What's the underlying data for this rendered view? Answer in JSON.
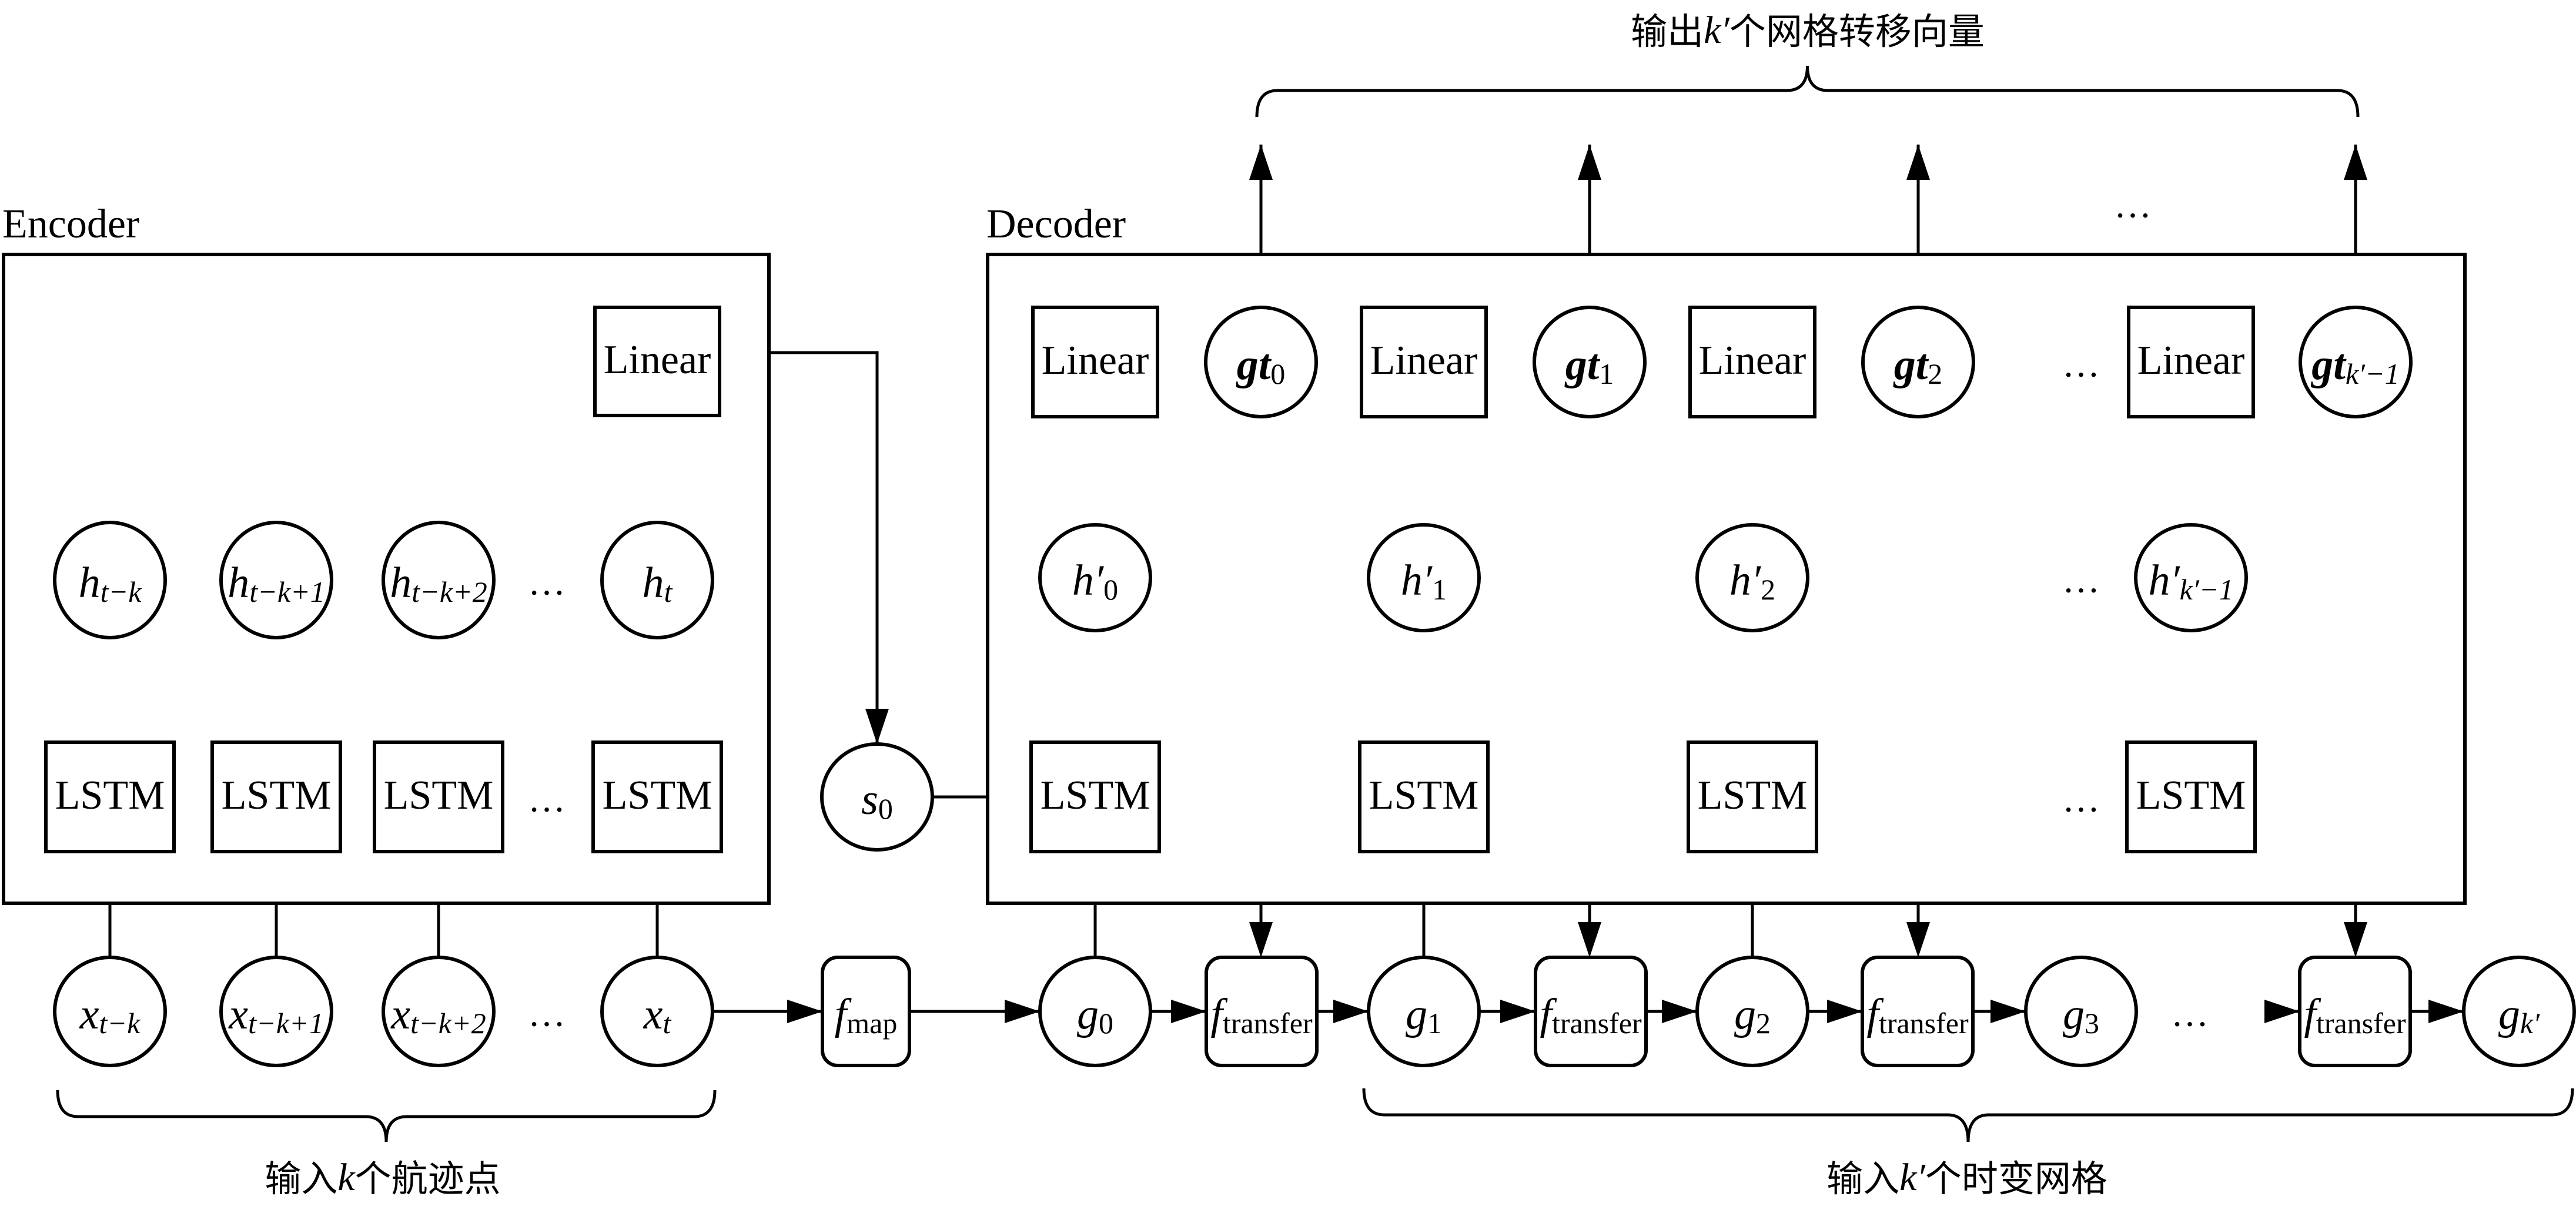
{
  "figure": {
    "encoder_title": "Encoder",
    "decoder_title": "Decoder",
    "top_label": {
      "prefix": "输出",
      "var": "k′",
      "suffix": "个网格转移向量"
    },
    "bottom_left_label": {
      "prefix": "输入",
      "var": "k",
      "suffix": "个航迹点"
    },
    "bottom_right_label": {
      "prefix": "输入",
      "var": "k′",
      "suffix": "个时变网格"
    },
    "ellipsis": "…"
  },
  "encoder": {
    "linear_label": "Linear",
    "lstm_label": "LSTM",
    "hidden_nodes": [
      {
        "base": "h",
        "sub": "t−k"
      },
      {
        "base": "h",
        "sub": "t−k+1"
      },
      {
        "base": "h",
        "sub": "t−k+2"
      },
      {
        "base": "h",
        "sub": "t"
      }
    ],
    "input_nodes": [
      {
        "base": "x",
        "sub": "t−k"
      },
      {
        "base": "x",
        "sub": "t−k+1"
      },
      {
        "base": "x",
        "sub": "t−k+2"
      },
      {
        "base": "x",
        "sub": "t"
      }
    ]
  },
  "bridge": {
    "s0": {
      "base": "s",
      "sub": "0"
    },
    "fmap": {
      "base": "f",
      "sub": "map"
    }
  },
  "decoder": {
    "linear_label": "Linear",
    "lstm_label": "LSTM",
    "hidden_nodes": [
      {
        "base": "h′",
        "sub": "0"
      },
      {
        "base": "h′",
        "sub": "1"
      },
      {
        "base": "h′",
        "sub": "2"
      },
      {
        "base": "h′",
        "sub": "k′−1"
      }
    ],
    "output_nodes": [
      {
        "base": "gt",
        "sub": "0"
      },
      {
        "base": "gt",
        "sub": "1"
      },
      {
        "base": "gt",
        "sub": "2"
      },
      {
        "base": "gt",
        "sub": "k′−1"
      }
    ]
  },
  "grid_chain": {
    "transfer": {
      "base": "f",
      "sub": "transfer"
    },
    "grids": [
      {
        "base": "g",
        "sub": "0"
      },
      {
        "base": "g",
        "sub": "1"
      },
      {
        "base": "g",
        "sub": "2"
      },
      {
        "base": "g",
        "sub": "3"
      },
      {
        "base": "g",
        "sub": "k′"
      }
    ]
  }
}
